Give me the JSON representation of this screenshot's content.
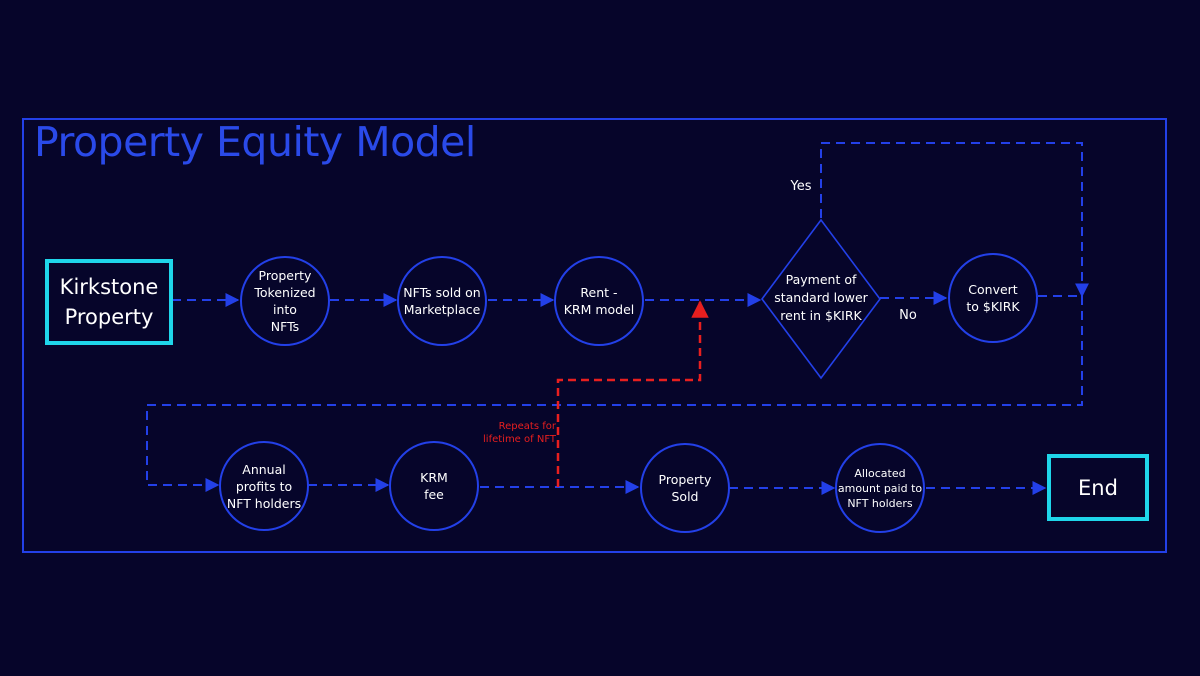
{
  "title": "Property Equity Model",
  "start": "Kirkstone\nProperty",
  "end": "End",
  "nodes": {
    "tokenized": "Property\nTokenized into\nNFTs",
    "marketplace": "NFTs sold on\nMarketplace",
    "rent": "Rent -\nKRM model",
    "decision": "Payment of\nstandard lower\nrent in $KIRK",
    "convert": "Convert\nto $KIRK",
    "annual": "Annual\nprofits to\nNFT holders",
    "fee": "KRM\nfee",
    "sold": "Property\nSold",
    "allocated": "Allocated\namount paid to\nNFT holders"
  },
  "labels": {
    "yes": "Yes",
    "no": "No",
    "repeat": "Repeats for\nlifetime of NFT"
  },
  "colors": {
    "background": "#06052a",
    "accent": "#2340e8",
    "terminal": "#1fd6ea",
    "loop": "#e81f1f",
    "text": "#ffffff"
  }
}
